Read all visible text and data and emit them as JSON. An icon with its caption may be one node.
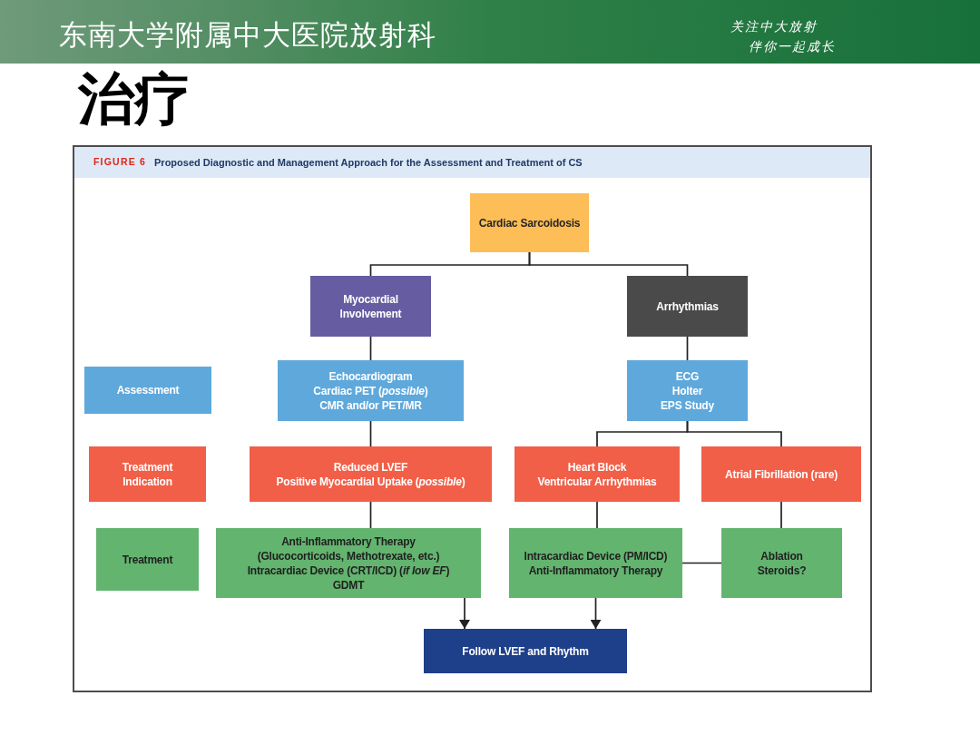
{
  "diagram": {
    "title": "治疗",
    "nodes": [
      {
        "text": [
          "Cardiac Sarcoidosis"
        ]
      },
      {
        "text": [
          "Myocardial Involvement"
        ]
      },
      {
        "text": [
          "Arrhythmias"
        ]
      },
      {
        "text": [
          "Assessment"
        ]
      },
      {
        "text": [
          "Echocardiogram",
          "Cardiac PET (*possible*)",
          "CMR and/or PET/MR"
        ]
      },
      {
        "text": [
          "ECG",
          "Holter",
          "EPS Study"
        ]
      },
      {
        "text": [
          "Treatment Indication"
        ]
      },
      {
        "text": [
          "Reduced LVEF",
          "Positive Myocardial Uptake (*possible*)"
        ]
      },
      {
        "text": [
          "Heart Block",
          "Ventricular Arrhythmias"
        ]
      },
      {
        "text": [
          "Atrial Fibrillation (rare)"
        ]
      },
      {
        "text": [
          "Treatment"
        ]
      },
      {
        "text": [
          "Anti-Inflammatory Therapy",
          "(Glucocorticoids, Methotrexate, etc.)",
          "Intracardiac Device (CRT/ICD) (*if low EF*)",
          "GDMT"
        ]
      },
      {
        "text": [
          "Intracardiac Device (PM/ICD)",
          "Anti-Inflammatory Therapy"
        ]
      },
      {
        "text": [
          "Ablation",
          "Steroids?"
        ]
      },
      {
        "text": [
          "Follow LVEF and Rhythm"
        ]
      }
    ],
    "edges": [
      {
        "from": 0,
        "to": 1,
        "arrow": "none"
      },
      {
        "from": 0,
        "to": 2,
        "arrow": "none"
      },
      {
        "from": 1,
        "to": 4,
        "arrow": "none"
      },
      {
        "from": 2,
        "to": 5,
        "arrow": "none"
      },
      {
        "from": 4,
        "to": 7,
        "arrow": "none"
      },
      {
        "from": 5,
        "to": 8,
        "arrow": "none"
      },
      {
        "from": 5,
        "to": 9,
        "arrow": "none"
      },
      {
        "from": 7,
        "to": 11,
        "arrow": "none"
      },
      {
        "from": 8,
        "to": 12,
        "arrow": "none"
      },
      {
        "from": 9,
        "to": 13,
        "arrow": "none"
      },
      {
        "from": 12,
        "to": 13,
        "arrow": "none"
      },
      {
        "from": 11,
        "to": 14,
        "arrow": "to"
      },
      {
        "from": 12,
        "to": 14,
        "arrow": "to"
      }
    ],
    "labels": [
      "东南大学附属中大医院放射科",
      "关注中大放射",
      "伴你一起成长",
      "FIGURE 6",
      "Proposed Diagnostic and Management Approach for the Assessment and Treatment of CS"
    ]
  }
}
